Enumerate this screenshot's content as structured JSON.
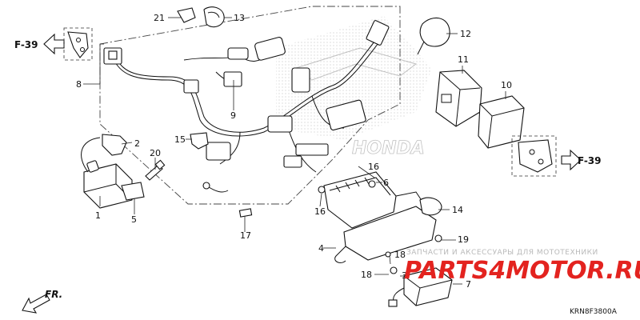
{
  "diagram": {
    "part_numbers": {
      "p1": "1",
      "p2": "2",
      "p3": "3",
      "p4": "4",
      "p5": "5",
      "p6": "6",
      "p7": "7",
      "p8": "8",
      "p9": "9",
      "p10": "10",
      "p11": "11",
      "p12": "12",
      "p13": "13",
      "p14": "14",
      "p15": "15",
      "p16a": "16",
      "p16b": "16",
      "p17": "17",
      "p18a": "18",
      "p18b": "18",
      "p19": "19",
      "p20": "20",
      "p21": "21"
    },
    "references": {
      "left": "F-39",
      "right": "F-39"
    },
    "direction_label": "FR.",
    "diagram_code": "KRN8F3800A",
    "brand_watermark": "HONDA"
  },
  "watermark": {
    "tagline": "ЗАПЧАСТИ И АКСЕССУАРЫ ДЛЯ МОТОТЕХНИКИ",
    "logo": "PARTS4MOTOR.RU"
  }
}
